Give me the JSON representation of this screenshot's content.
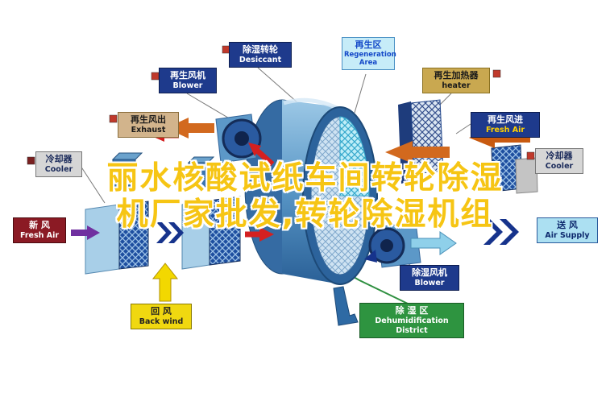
{
  "overlay": {
    "line1": "丽水核酸试纸车间转轮除湿",
    "line2": "机厂家批发,转轮除湿机组"
  },
  "labels": {
    "blower_regen": {
      "zh": "再生风机",
      "en": "Blower"
    },
    "desiccant": {
      "zh": "除湿转轮",
      "en": "Desiccant"
    },
    "regen_area": {
      "zh": "再生区",
      "en": "Regeneration Area"
    },
    "heater": {
      "zh": "再生加热器",
      "en": "heater"
    },
    "exhaust": {
      "zh": "再生风出",
      "en": "Exhaust"
    },
    "fresh_air_regen": {
      "zh": "再生风进",
      "en": "Fresh Air"
    },
    "cooler_left": {
      "zh": "冷却器",
      "en": "Cooler"
    },
    "cooler_right": {
      "zh": "冷却器",
      "en": "Cooler"
    },
    "fresh_air": {
      "zh": "新  风",
      "en": "Fresh Air"
    },
    "air_supply": {
      "zh": "送  风",
      "en": "Air Supply"
    },
    "back_wind": {
      "zh": "回  风",
      "en": "Back wind"
    },
    "blower_dehumid": {
      "zh": "除湿风机",
      "en": "Blower"
    },
    "dehumid_district": {
      "zh": "除  湿  区",
      "en1": "Dehumidification",
      "en2": "District"
    }
  },
  "colors": {
    "overlay_text": "#f6c514",
    "overlay_outline": "#ffffff",
    "label_navy": "#1e3a8c",
    "label_tan": "#d2b48c",
    "label_khaki": "#c9a850",
    "label_gray": "#d6d6d6",
    "label_cyan": "#c6ecf8",
    "label_darkred": "#8b1a24",
    "label_lightcyan": "#ace0f2",
    "label_yellow": "#f0d810",
    "label_green": "#2e9440",
    "arrow_orange": "#d2691e",
    "arrow_red": "#d42020",
    "arrow_purple": "#7030a0",
    "arrow_yellow": "#f2d800",
    "arrow_navy": "#16338c",
    "arrow_lightblue": "#8fd0ea",
    "wheel_blue": "#2c639c"
  }
}
